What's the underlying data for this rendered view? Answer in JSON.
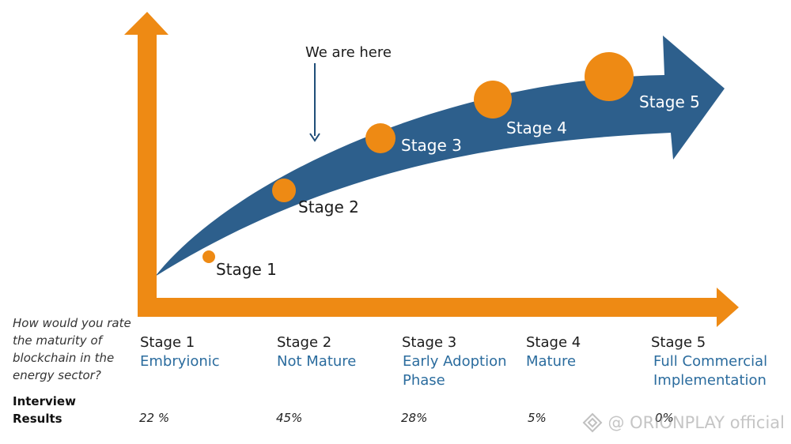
{
  "callout": "We are here",
  "chart_stages": [
    "Stage 1",
    "Stage 2",
    "Stage 3",
    "Stage 4",
    "Stage 5"
  ],
  "question": "How would you rate the maturity of blockchain in the energy sector?",
  "columns": [
    {
      "stage": "Stage 1",
      "desc": "Embryionic",
      "result": "22 %"
    },
    {
      "stage": "Stage 2",
      "desc": "Not Mature",
      "result": "45%"
    },
    {
      "stage": "Stage 3",
      "desc": "Early Adoption Phase",
      "result": "28%"
    },
    {
      "stage": "Stage 4",
      "desc": "Mature",
      "result": "5%"
    },
    {
      "stage": "Stage 5",
      "desc": "Full Commercial Implementation",
      "result": "0%"
    }
  ],
  "results_label": "Interview Results",
  "watermark": "@ ORIONPLAY official",
  "colors": {
    "axis_orange": "#ee8a14",
    "curve_blue": "#2d5f8c",
    "dot_orange": "#ee8a14",
    "desc_blue": "#2b6c9e"
  },
  "icons": [
    "arrow-up-icon",
    "arrow-right-icon",
    "arrow-down-icon",
    "orionplay-logo-icon"
  ]
}
